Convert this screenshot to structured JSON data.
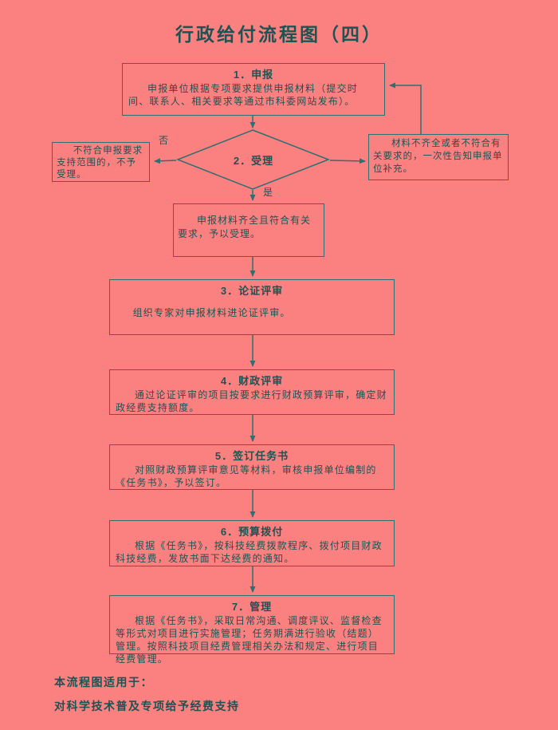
{
  "page": {
    "title": "行政给付流程图（四）",
    "footer_line1": "本流程图适用于：",
    "footer_line2": "对科学技术普及专项给予经费支持"
  },
  "colors": {
    "background": "#fb8181",
    "line": "#2e6f6f",
    "text": "#1d5353"
  },
  "flow": {
    "step1": {
      "heading": "1．申报",
      "body": "申报单位根据专项要求提供申报材料（提交时间、联系人、相关要求等通过市科委网站发布）。"
    },
    "decision": {
      "label": "2．受理",
      "no_label": "否",
      "yes_label": "是"
    },
    "reject_box": {
      "body": "不符合申报要求支持范围的，不予受理。"
    },
    "supplement_box": {
      "body": "材料不齐全或者不符合有关要求的，一次性告知申报单位补充。"
    },
    "accept_box": {
      "body": "申报材料齐全且符合有关要求，予以受理。"
    },
    "step3": {
      "heading": "3．论证评审",
      "body": "组织专家对申报材料进论证评审。"
    },
    "step4": {
      "heading": "4．财政评审",
      "body": "通过论证评审的项目按要求进行财政预算评审，确定财政经费支持额度。"
    },
    "step5": {
      "heading": "5．签订任务书",
      "body": "对照财政预算评审意见等材料，审核申报单位编制的《任务书》，予以签订。"
    },
    "step6": {
      "heading": "6．预算拨付",
      "body": "根据《任务书》，按科技经费拨款程序、拨付项目财政科技经费，发放书面下达经费的通知。"
    },
    "step7": {
      "heading": "7．管理",
      "body": "根据《任务书》，采取日常沟通、调度评议、监督检查等形式对项目进行实施管理；任务期满进行验收（结题）管理。按照科技项目经费管理相关办法和规定、进行项目经费管理。"
    }
  }
}
